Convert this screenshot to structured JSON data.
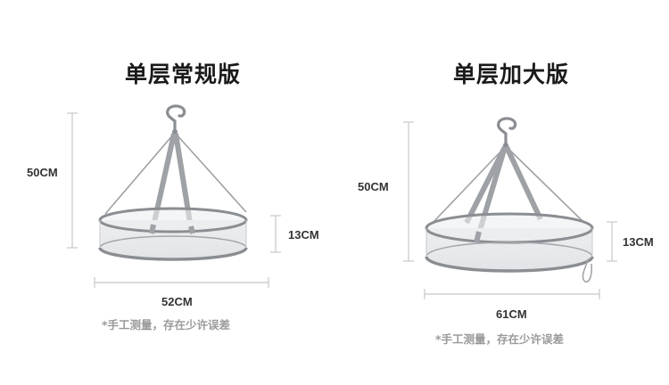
{
  "left": {
    "title": "单层常规版",
    "height_label": "50CM",
    "depth_label": "13CM",
    "width_label": "52CM",
    "note": "*手工测量，存在少许误差"
  },
  "right": {
    "title": "单层加大版",
    "height_label": "50CM",
    "depth_label": "13CM",
    "width_label": "61CM",
    "note": "*手工测量，存在少许误差"
  },
  "colors": {
    "frame": "#8a8d92",
    "strap": "#9ea1a5",
    "mesh": "#e9eaec",
    "dimension_line": "#c8c8c8"
  },
  "icons": {
    "hook": "hook-icon",
    "basket": "mesh-drying-basket"
  }
}
